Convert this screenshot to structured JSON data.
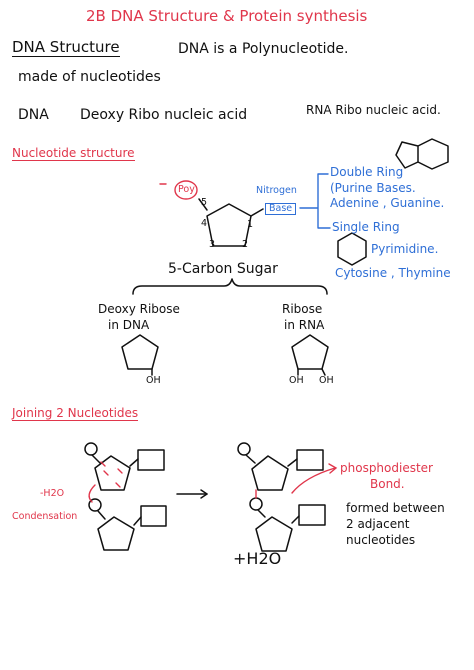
{
  "title": "2B DNA Structure & Protein synthesis",
  "dna_structure": {
    "heading": "DNA Structure",
    "statement": "DNA is a Polynucleotide.",
    "made_of": "made of nucleotides",
    "dna_label": "DNA",
    "dna_full": "Deoxy Ribo nucleic acid",
    "rna_full": "RNA Ribo nucleic acid."
  },
  "nucleotide_structure": {
    "heading": "Nucleotide structure",
    "phosphate": "Poy",
    "carbon_5": "5",
    "carbon_4": "4",
    "carbon_3": "3",
    "carbon_2": "2",
    "carbon_1": "1",
    "nitrogen_label": "Nitrogen",
    "base_label": "Base",
    "sugar_label": "5-Carbon Sugar",
    "deoxyribose_line1": "Deoxy Ribose",
    "deoxyribose_line2": "in DNA",
    "ribose_line1": "Ribose",
    "ribose_line2": "in RNA",
    "oh": "OH",
    "double_ring": "Double Ring",
    "purine": "(Purine Bases.",
    "purine_examples": "Adenine , Guanine.",
    "single_ring": "Single Ring",
    "pyrimidine": "Pyrimidine.",
    "pyrimidine_examples": "Cytosine , Thymine"
  },
  "joining": {
    "heading": "Joining 2 Nucleotides",
    "minus_water": "-H2O",
    "condensation": "Condensation",
    "phosphodiester": "phosphodiester",
    "bond": "Bond.",
    "formed_line1": "formed between",
    "formed_line2": "2 adjacent",
    "formed_line3": "nucleotides",
    "plus_water": "+H2O"
  },
  "colors": {
    "ink": "#111111",
    "red": "#e0364b",
    "blue": "#2f6fd6"
  }
}
